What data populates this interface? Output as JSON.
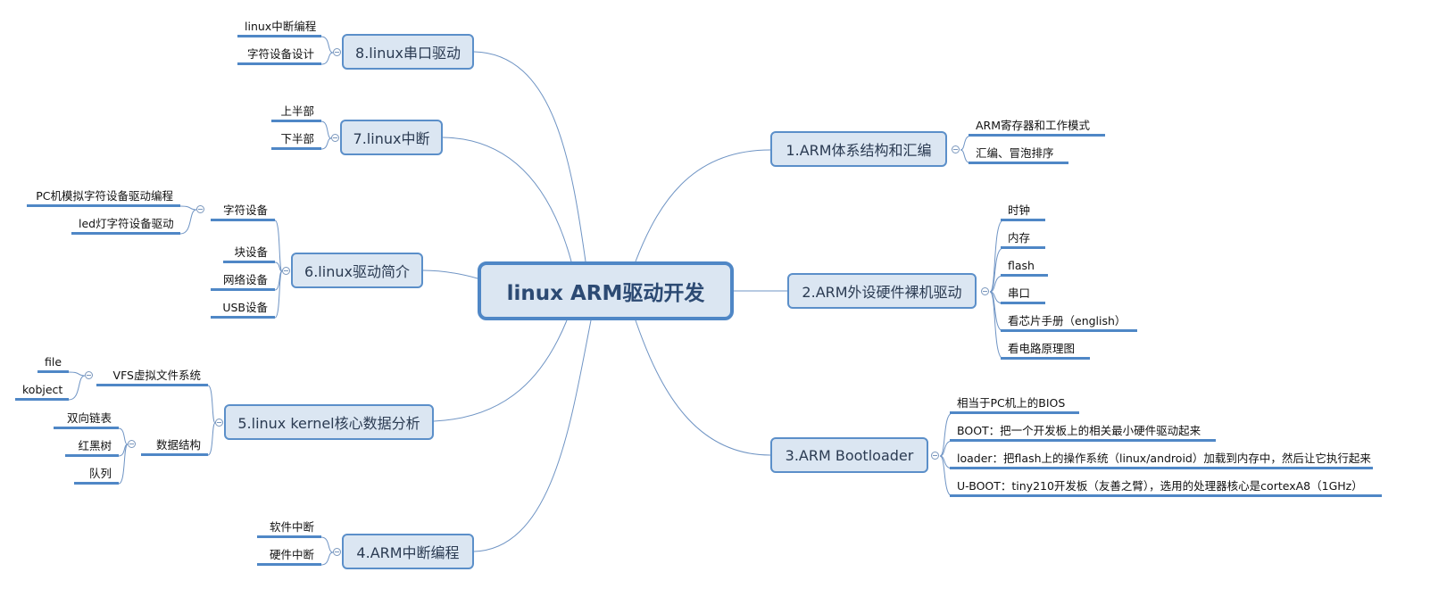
{
  "central": "linux ARM驱动开发",
  "colors": {
    "node_fill": "#dbe6f2",
    "node_border": "#4f87c6",
    "line": "#6f94c4",
    "text": "#2c4a73"
  },
  "right": [
    {
      "label": "1.ARM体系结构和汇编",
      "children": [
        "ARM寄存器和工作模式",
        "汇编、冒泡排序"
      ]
    },
    {
      "label": "2.ARM外设硬件裸机驱动",
      "children": [
        "时钟",
        "内存",
        "flash",
        "串口",
        "看芯片手册（english）",
        "看电路原理图"
      ]
    },
    {
      "label": "3.ARM Bootloader",
      "children": [
        "相当于PC机上的BIOS",
        "BOOT：把一个开发板上的相关最小硬件驱动起来",
        "loader：把flash上的操作系统（linux/android）加载到内存中，然后让它执行起来",
        "U-BOOT：tiny210开发板（友善之臂），选用的处理器核心是cortexA8（1GHz）"
      ]
    }
  ],
  "left": [
    {
      "label": "8.linux串口驱动",
      "children": [
        "linux中断编程",
        "字符设备设计"
      ]
    },
    {
      "label": "7.linux中断",
      "children": [
        "上半部",
        "下半部"
      ]
    },
    {
      "label": "6.linux驱动简介",
      "children": [
        {
          "label": "字符设备",
          "children": [
            "PC机模拟字符设备驱动编程",
            "led灯字符设备驱动"
          ]
        },
        {
          "label": "块设备"
        },
        {
          "label": "网络设备"
        },
        {
          "label": "USB设备"
        }
      ]
    },
    {
      "label": "5.linux kernel核心数据分析",
      "children": [
        {
          "label": "VFS虚拟文件系统",
          "children": [
            "file",
            "kobject"
          ]
        },
        {
          "label": "数据结构",
          "children": [
            "双向链表",
            "红黑树",
            "队列"
          ]
        }
      ]
    },
    {
      "label": "4.ARM中断编程",
      "children": [
        "软件中断",
        "硬件中断"
      ]
    }
  ]
}
